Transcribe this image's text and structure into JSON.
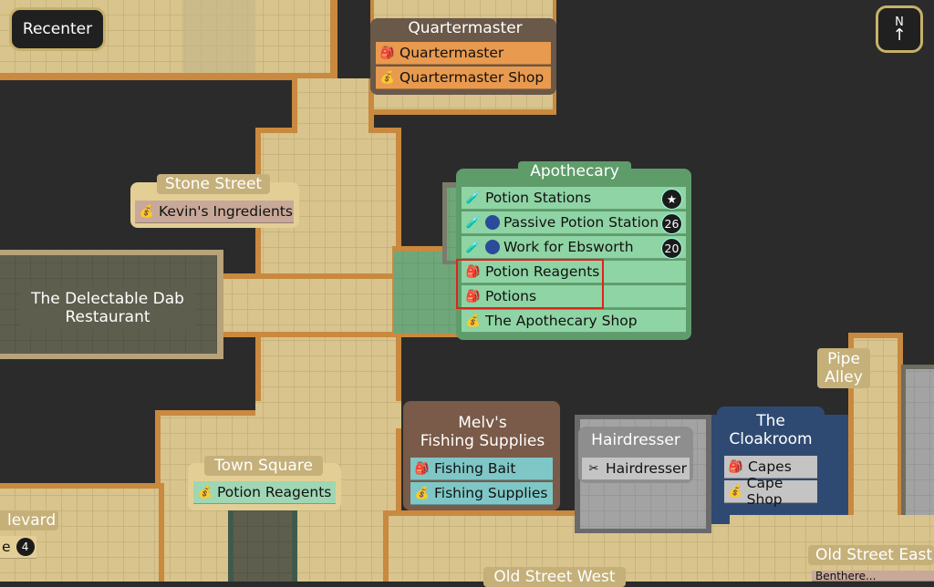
{
  "controls": {
    "recenter_label": "Recenter",
    "compass_letter": "N",
    "compass_arrow": "↑"
  },
  "locations": {
    "quartermaster": {
      "title": "Quartermaster",
      "items": [
        {
          "icon": "bag-icon",
          "label": "Quartermaster"
        },
        {
          "icon": "coin-bag-icon",
          "label": "Quartermaster Shop"
        }
      ]
    },
    "stone_street": {
      "title": "Stone Street",
      "items": [
        {
          "icon": "coin-bag-icon",
          "label": "Kevin's Ingredients"
        }
      ]
    },
    "apothecary": {
      "title": "Apothecary",
      "items": [
        {
          "icon": "potion-icon",
          "label": "Potion Stations",
          "badge": "★"
        },
        {
          "icon": "potion-icon",
          "label": "Passive Potion Station",
          "badge": "26"
        },
        {
          "icon": "potion-icon",
          "label": "Work for Ebsworth",
          "badge": "20"
        },
        {
          "icon": "bag-icon",
          "label": "Potion Reagents"
        },
        {
          "icon": "bag-icon",
          "label": "Potions"
        },
        {
          "icon": "coin-bag-icon",
          "label": "The Apothecary Shop"
        }
      ],
      "highlight_color": "#e0221b"
    },
    "delectable_dab": {
      "title_line1": "The Delectable Dab",
      "title_line2": "Restaurant"
    },
    "pipe_alley": {
      "title_line1": "Pipe",
      "title_line2": "Alley"
    },
    "melvs": {
      "title_line1": "Melv's",
      "title_line2": "Fishing Supplies",
      "items": [
        {
          "icon": "bag-icon",
          "label": "Fishing Bait"
        },
        {
          "icon": "coin-bag-icon",
          "label": "Fishing Supplies"
        }
      ]
    },
    "hairdresser": {
      "title": "Hairdresser",
      "items": [
        {
          "icon": "scissors-icon",
          "label": "Hairdresser"
        }
      ]
    },
    "cloakroom": {
      "title_line1": "The",
      "title_line2": "Cloakroom",
      "items": [
        {
          "icon": "bag-icon",
          "label": "Capes"
        },
        {
          "icon": "coin-bag-icon",
          "label": "Cape Shop"
        }
      ]
    },
    "town_square": {
      "title": "Town Square",
      "items": [
        {
          "icon": "coin-bag-icon",
          "label": "Potion Reagents"
        }
      ]
    },
    "boulevard": {
      "title": "levard",
      "row_suffix": "e",
      "badge": "4"
    },
    "old_street_west": {
      "title": "Old Street West"
    },
    "old_street_east": {
      "title": "Old Street East",
      "row_text": "Benthere..."
    }
  },
  "colors": {
    "background": "#2b2b2b",
    "floor": "#d8c48c",
    "wall": "#c9893f",
    "apothecary": "#7bbf84",
    "apothecary_row": "#8fd4a4",
    "quartermaster_row": "#e89a4f",
    "melvs": "#7a5a48",
    "melvs_row": "#7fc7c7",
    "hair": "#8e8e8e",
    "cloak": "#2f4a72",
    "town_row": "#9fd6b4"
  }
}
